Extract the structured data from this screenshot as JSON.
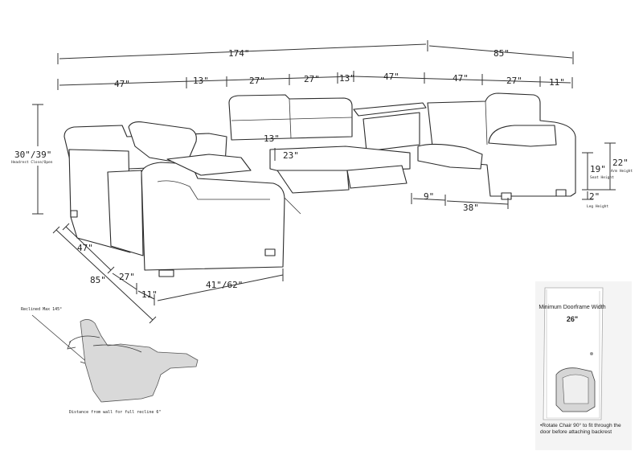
{
  "dimensions": {
    "total_width": "174\"",
    "total_depth_right": "85\"",
    "seg_47a": "47\"",
    "seg_13a": "13\"",
    "seg_27a": "27\"",
    "seg_27b": "27\"",
    "seg_13b": "13\"",
    "seg_47b": "47\"",
    "seg_47c": "47\"",
    "seg_27c": "27\"",
    "seg_11a": "11\"",
    "height": "30\"/39\"",
    "height_note": "Headrest Close/Open",
    "cushion_13": "13\"",
    "cushion_23": "23\"",
    "seat_height": "19\"",
    "seat_height_label": "Seat Height",
    "arm_height": "22\"",
    "arm_height_label": "Arm Height",
    "leg_height": "2\"",
    "leg_height_label": "Leg Height",
    "seg_9": "9\"",
    "seg_38": "38\"",
    "left_47": "47\"",
    "left_85": "85\"",
    "left_27": "27\"",
    "left_11": "11\"",
    "depth_41_62": "41\"/62\""
  },
  "recline": {
    "max_label": "Reclined Max 145°",
    "distance_label": "Distance from wall for full recline 6\""
  },
  "doorframe": {
    "title": "Minimum Doorframe Width",
    "width": "26\"",
    "note": "•Rotate Chair 90° to fit through the door before attaching backrest"
  },
  "colors": {
    "line": "#333333",
    "panel_bg": "#f5f5f5"
  }
}
